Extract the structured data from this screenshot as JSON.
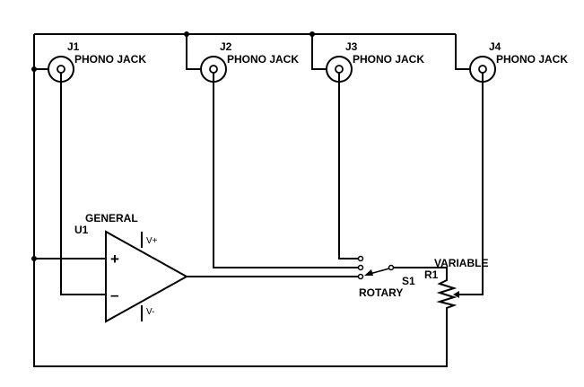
{
  "jacks": [
    {
      "ref": "J1",
      "type": "PHONO JACK"
    },
    {
      "ref": "J2",
      "type": "PHONO JACK"
    },
    {
      "ref": "J3",
      "type": "PHONO JACK"
    },
    {
      "ref": "J4",
      "type": "PHONO JACK"
    }
  ],
  "opamp": {
    "ref": "U1",
    "type": "GENERAL",
    "vplus": "V+",
    "vminus": "V-",
    "plus_sign": "+",
    "minus_sign": "–"
  },
  "switch": {
    "ref": "S1",
    "type": "ROTARY"
  },
  "resistor": {
    "ref": "R1",
    "type": "VARIABLE"
  }
}
